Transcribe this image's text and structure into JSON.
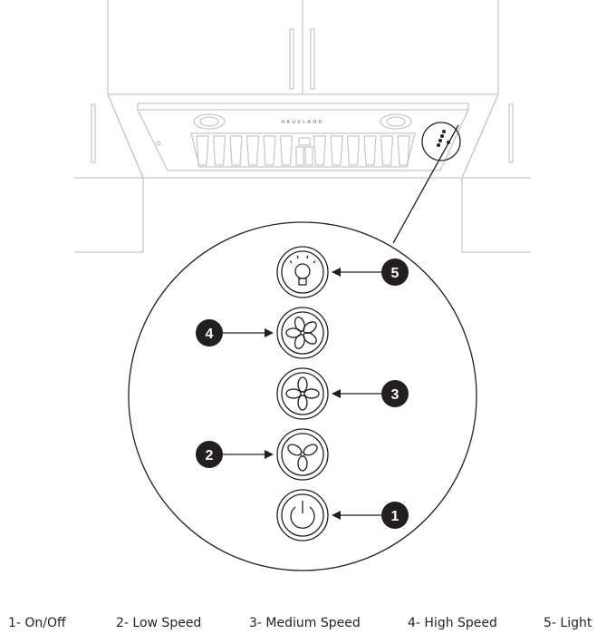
{
  "brand": "HAUSLAND",
  "colors": {
    "ink": "#231f20",
    "line_art": "#c8c8c8",
    "badge_text": "#ffffff"
  },
  "buttons": [
    {
      "number": "5",
      "icon": "light-bulb-icon"
    },
    {
      "number": "4",
      "icon": "fan-high-icon"
    },
    {
      "number": "3",
      "icon": "fan-medium-icon"
    },
    {
      "number": "2",
      "icon": "fan-low-icon"
    },
    {
      "number": "1",
      "icon": "power-icon"
    }
  ],
  "legend": [
    "1- On/Off",
    "2- Low Speed",
    "3- Medium Speed",
    "4- High Speed",
    "5- Light"
  ]
}
